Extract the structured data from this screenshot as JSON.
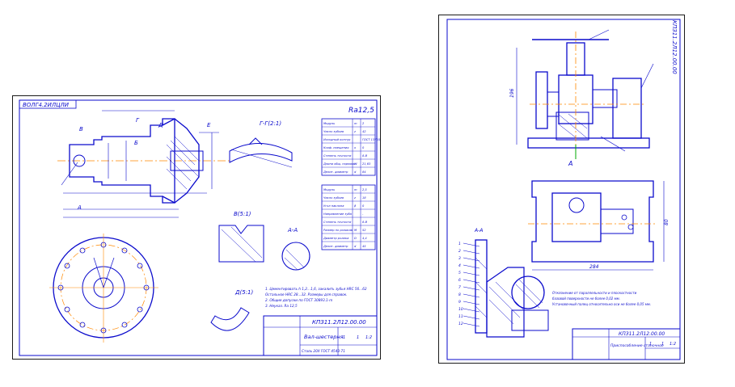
{
  "colors": {
    "ink": "#0a0acc",
    "line": "#000000",
    "axis": "#ff8800",
    "accent": "#00aa00",
    "cut": "#aa0000"
  },
  "left_sheet": {
    "stamp_top": "ВОЛГ4.2ИЛЦЛИ",
    "roughness_top": "Ra12,5",
    "view_labels": [
      "В",
      "Г",
      "Д",
      "А",
      "Б",
      "Е",
      "Г-Г(2:1)",
      "В(5:1)",
      "Д(5:1)",
      "А-А"
    ],
    "table1": [
      {
        "p": "Модуль",
        "v": "m",
        "n": "2"
      },
      {
        "p": "Число зубьев",
        "v": "z",
        "n": "42"
      },
      {
        "p": "Исходный контур",
        "v": "",
        "n": "ГОСТ 13755"
      },
      {
        "p": "Коэф. смещения",
        "v": "x",
        "n": "0"
      },
      {
        "p": "Степень точности",
        "v": "",
        "n": "8-В"
      },
      {
        "p": "Длина общ. нормали",
        "v": "W",
        "n": "21,63"
      },
      {
        "p": "Делит. диаметр",
        "v": "d",
        "n": "84"
      }
    ],
    "table2": [
      {
        "p": "Модуль",
        "v": "m",
        "n": "2,5"
      },
      {
        "p": "Число зубьев",
        "v": "z",
        "n": "18"
      },
      {
        "p": "Угол наклона",
        "v": "β",
        "n": "0"
      },
      {
        "p": "Направление зуба",
        "v": "",
        "n": "-"
      },
      {
        "p": "Степень точности",
        "v": "",
        "n": "8-В"
      },
      {
        "p": "Размер по роликам",
        "v": "M",
        "n": "52"
      },
      {
        "p": "Диаметр ролика",
        "v": "D",
        "n": "4,4"
      },
      {
        "p": "Делит. диаметр",
        "v": "d",
        "n": "45"
      }
    ],
    "notes": [
      "1. Цементировать h 1,2…1,6, закалить зубья HRC 56...62",
      "Остальное HRC 28...32. Размеры для справок.",
      "2. Общие допуски по ГОСТ 30893.1-m",
      "3. Неуказ. Ra 12,5"
    ],
    "title_block": {
      "code": "КПЗ11.2Л12.00.00",
      "name": "Вал-шестерня",
      "material": "Сталь 20Х ГОСТ 4543-71",
      "sheet": "1",
      "sheets": "1",
      "scale": "1:2"
    }
  },
  "right_sheet": {
    "stamp_top": "КПЗ11.2Л12.00.00",
    "view_label_a": "А",
    "section_label": "А-А",
    "dims": {
      "height": "196",
      "width": "284",
      "depth": "80"
    },
    "callouts": [
      "1",
      "2",
      "3",
      "4",
      "5",
      "6",
      "7",
      "8",
      "9",
      "10",
      "11",
      "12"
    ],
    "notes": [
      "Отклонение от параллельности и плоскостности",
      "базовой поверхности не более 0,02 мм.",
      "Установочный палец относительно оси не более 0,05 мм."
    ],
    "title_block": {
      "code": "КПЗ11.2Л12.00.00",
      "name": "Приспособление станочное",
      "sheet": "1",
      "sheets": "1",
      "scale": "1:2"
    }
  }
}
